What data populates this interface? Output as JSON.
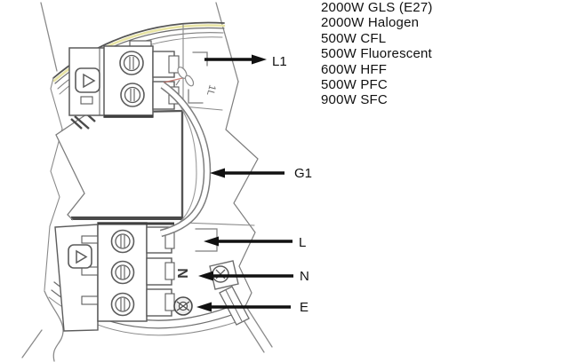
{
  "ratings": {
    "items": [
      "2000W GLS (E27)",
      "2000W Halogen",
      "500W CFL",
      "500W Fluorescent",
      "600W HFF",
      "500W PFC",
      "900W SFC"
    ]
  },
  "labels": {
    "l1": "L1",
    "g1": "G1",
    "l": "L",
    "n": "N",
    "e": "E"
  },
  "diagram": {
    "markings": {
      "neutral_terminal": "N",
      "live_molded": "1L"
    },
    "colors": {
      "line_gray": "#6e6e6e",
      "dark_edge": "#3f3f3f",
      "cable_gray": "#7d7d7d",
      "highlight_yellow": "#e8e4a4",
      "accent_red": "#c0685f",
      "label_black": "#111111"
    }
  }
}
